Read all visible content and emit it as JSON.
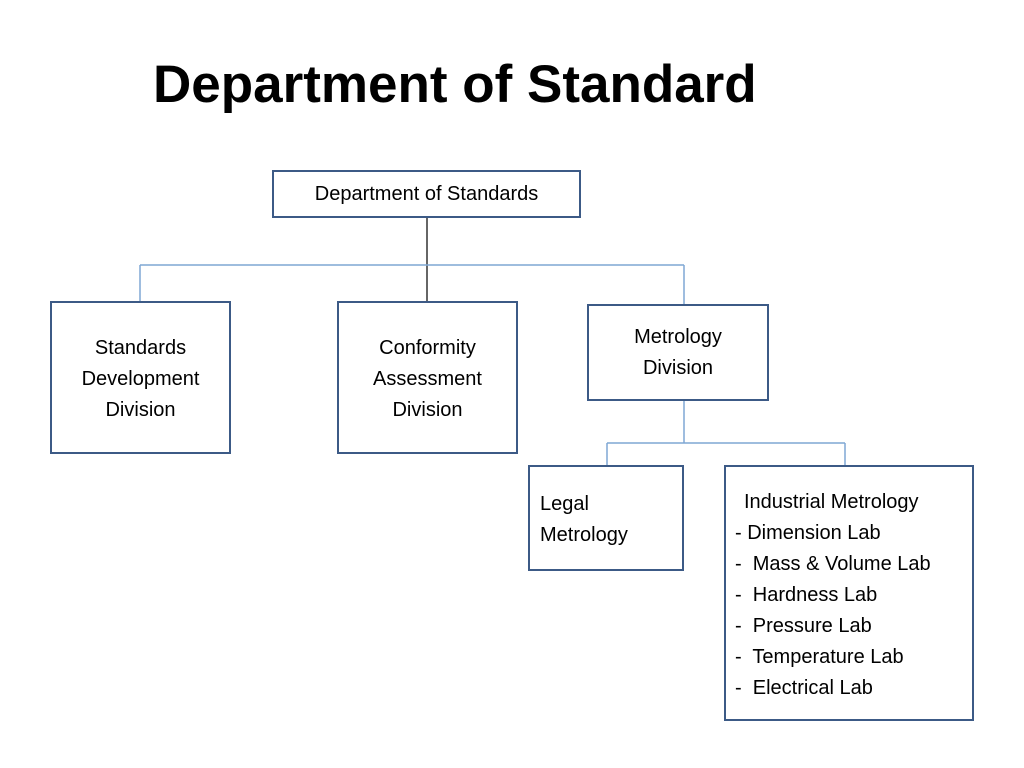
{
  "slide": {
    "title": "Department of Standard"
  },
  "orgchart": {
    "root": {
      "label": "Department of Standards"
    },
    "divisions": [
      {
        "lines": [
          "Standards",
          "Development",
          "Division"
        ]
      },
      {
        "lines": [
          "Conformity",
          "Assessment",
          "Division"
        ]
      },
      {
        "lines": [
          "Metrology",
          "Division"
        ]
      }
    ],
    "metrology_children": {
      "legal": {
        "lines": [
          "Legal",
          "Metrology"
        ]
      },
      "industrial": {
        "title": "Industrial Metrology",
        "items": [
          "- Dimension Lab",
          "-  Mass & Volume Lab",
          "-  Hardness Lab",
          "-  Pressure Lab",
          "-  Temperature Lab",
          "-  Electrical Lab"
        ]
      }
    }
  },
  "colors": {
    "box_border": "#3c5a86",
    "connector_blue": "#7fa7d4",
    "connector_dark": "#000000"
  }
}
